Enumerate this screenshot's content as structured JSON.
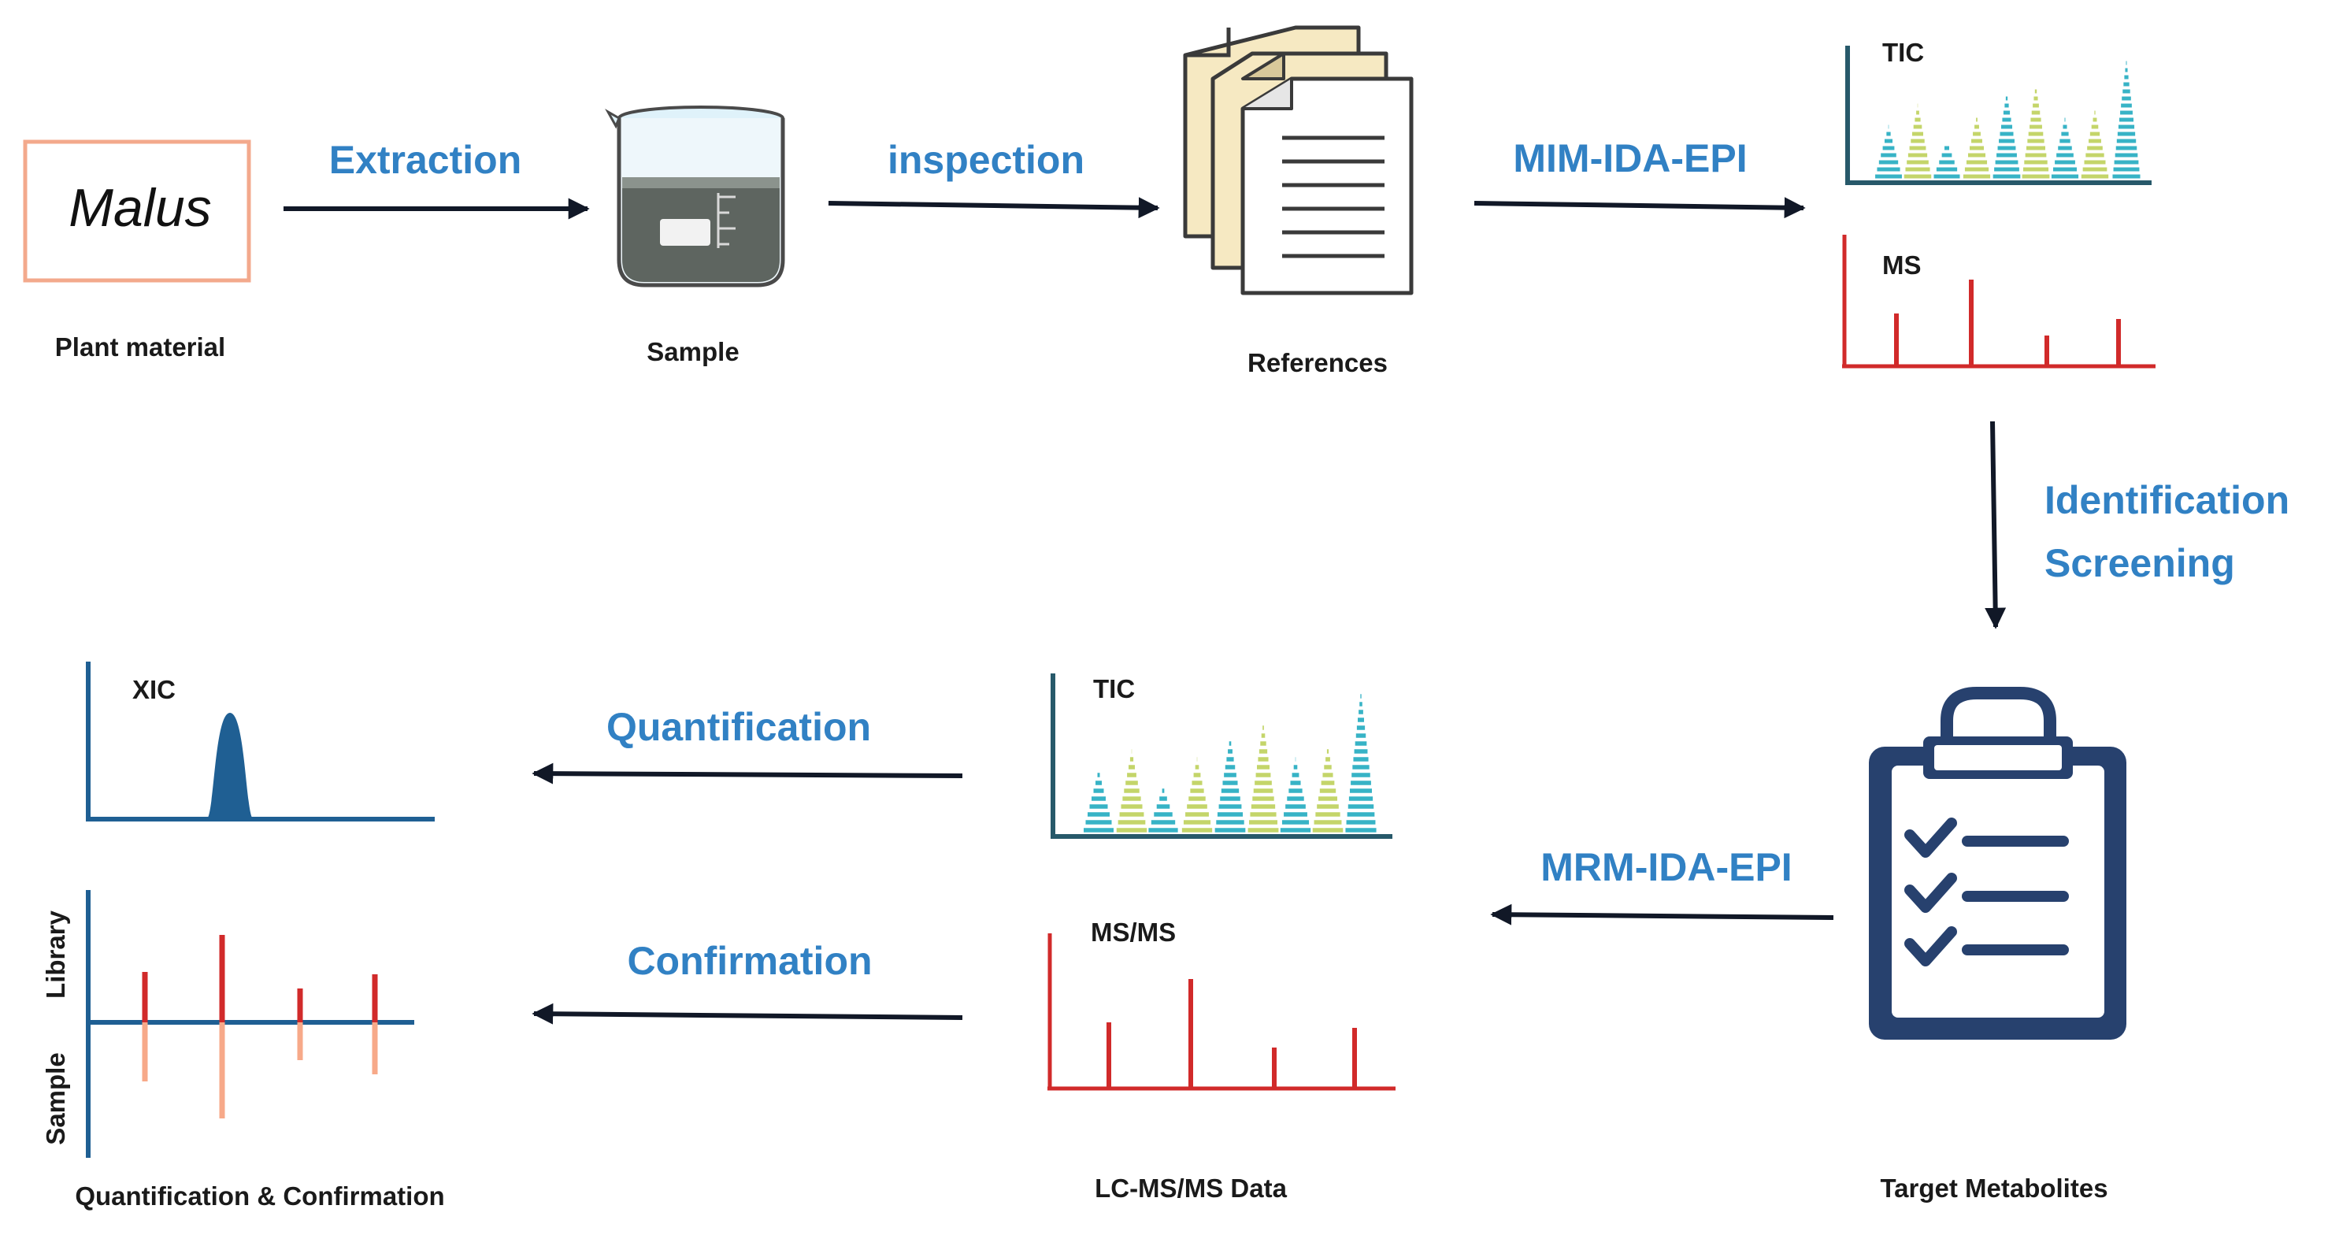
{
  "nodes": {
    "plant": {
      "text": "Malus",
      "caption": "Plant material"
    },
    "sample": {
      "caption": "Sample"
    },
    "references": {
      "caption": "References"
    },
    "target": {
      "caption": "Target Metabolites"
    },
    "lcms": {
      "caption": "LC-MS/MS Data"
    },
    "quant": {
      "caption": "Quantification & Confirmation"
    }
  },
  "steps": {
    "extraction": "Extraction",
    "inspection": "inspection",
    "mim": "MIM-IDA-EPI",
    "identification": "Identification",
    "screening": "Screening",
    "mrm": "MRM-IDA-EPI",
    "quantification": "Quantification",
    "confirmation": "Confirmation"
  },
  "plots": {
    "tic_top": "TIC",
    "ms_top": "MS",
    "tic_mid": "TIC",
    "msms": "MS/MS",
    "xic": "XIC",
    "library": "Library",
    "sample": "Sample"
  },
  "colors": {
    "step_text": "#3181c4",
    "arrow": "#111827",
    "axis_dark": "#27596a",
    "axis_blue": "#1f5f93",
    "red": "#d12a2a",
    "salmon": "#f7a989",
    "teal": "#37b3c6",
    "lime": "#c4d56a",
    "clipboard": "#27416e",
    "malus_border": "#f3a98c"
  }
}
